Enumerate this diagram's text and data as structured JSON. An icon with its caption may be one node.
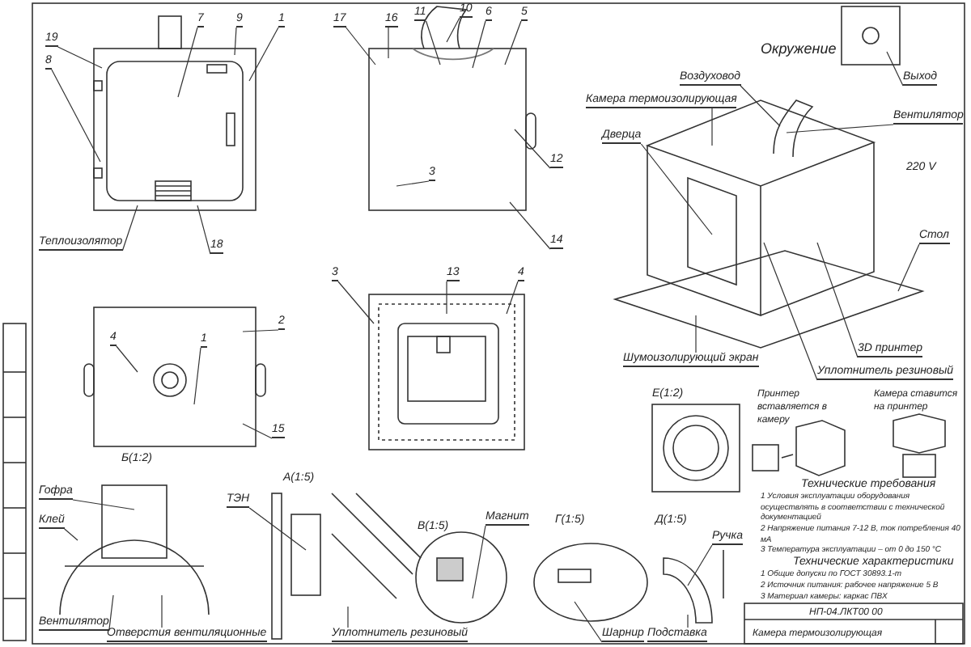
{
  "diagram": {
    "nodes": [
      {
        "text": [
          "19"
        ]
      },
      {
        "text": [
          "8"
        ]
      },
      {
        "text": [
          "7"
        ]
      },
      {
        "text": [
          "9"
        ]
      },
      {
        "text": [
          "1"
        ]
      },
      {
        "text": [
          "Теплоизолятор"
        ]
      },
      {
        "text": [
          "18"
        ]
      },
      {
        "text": [
          "17"
        ]
      },
      {
        "text": [
          "16"
        ]
      },
      {
        "text": [
          "11"
        ]
      },
      {
        "text": [
          "10"
        ]
      },
      {
        "text": [
          "6"
        ]
      },
      {
        "text": [
          "5"
        ]
      },
      {
        "text": [
          "3"
        ]
      },
      {
        "text": [
          "12"
        ]
      },
      {
        "text": [
          "14"
        ]
      },
      {
        "text": [
          "3"
        ]
      },
      {
        "text": [
          "13"
        ]
      },
      {
        "text": [
          "4"
        ]
      },
      {
        "text": [
          "2"
        ]
      },
      {
        "text": [
          "4"
        ]
      },
      {
        "text": [
          "1"
        ]
      },
      {
        "text": [
          "15"
        ]
      },
      {
        "text": [
          "Выход"
        ]
      },
      {
        "text": [
          "Воздуховод"
        ]
      },
      {
        "text": [
          "Камера термоизолирующая"
        ]
      },
      {
        "text": [
          "Дверца"
        ]
      },
      {
        "text": [
          "Вентилятор"
        ]
      },
      {
        "text": [
          "Стол"
        ]
      },
      {
        "text": [
          "Шумоизолирующий экран"
        ]
      },
      {
        "text": [
          "3D принтер"
        ]
      },
      {
        "text": [
          "Уплотнитель резиновый"
        ]
      },
      {
        "text": [
          "Гофра"
        ]
      },
      {
        "text": [
          "Клей"
        ]
      },
      {
        "text": [
          "Вентилятор"
        ]
      },
      {
        "text": [
          "Отверстия вентиляционные"
        ]
      },
      {
        "text": [
          "ТЭН"
        ]
      },
      {
        "text": [
          "Уплотнитель резиновый"
        ]
      },
      {
        "text": [
          "Магнит"
        ]
      },
      {
        "text": [
          "Шарнир"
        ]
      },
      {
        "text": [
          "Ручка"
        ]
      },
      {
        "text": [
          "Подставка"
        ]
      }
    ],
    "edges": [
      {
        "from": 0,
        "to": null,
        "arrow": "none"
      },
      {
        "from": 1,
        "to": null,
        "arrow": "none"
      },
      {
        "from": 2,
        "to": null,
        "arrow": "none"
      },
      {
        "from": 3,
        "to": null,
        "arrow": "none"
      },
      {
        "from": 4,
        "to": null,
        "arrow": "none"
      },
      {
        "from": 5,
        "to": null,
        "arrow": "none"
      },
      {
        "from": 6,
        "to": null,
        "arrow": "none"
      },
      {
        "from": 7,
        "to": null,
        "arrow": "none"
      },
      {
        "from": 8,
        "to": null,
        "arrow": "none"
      },
      {
        "from": 9,
        "to": null,
        "arrow": "none"
      },
      {
        "from": 10,
        "to": null,
        "arrow": "none"
      },
      {
        "from": 11,
        "to": null,
        "arrow": "none"
      },
      {
        "from": 12,
        "to": null,
        "arrow": "none"
      },
      {
        "from": 13,
        "to": null,
        "arrow": "none"
      },
      {
        "from": 14,
        "to": null,
        "arrow": "none"
      },
      {
        "from": 15,
        "to": null,
        "arrow": "none"
      },
      {
        "from": 16,
        "to": null,
        "arrow": "none"
      },
      {
        "from": 17,
        "to": null,
        "arrow": "none"
      },
      {
        "from": 18,
        "to": null,
        "arrow": "none"
      },
      {
        "from": 19,
        "to": null,
        "arrow": "none"
      },
      {
        "from": 20,
        "to": null,
        "arrow": "none"
      },
      {
        "from": 21,
        "to": null,
        "arrow": "none"
      },
      {
        "from": 22,
        "to": null,
        "arrow": "none"
      },
      {
        "from": 23,
        "to": null,
        "arrow": "none"
      },
      {
        "from": 24,
        "to": null,
        "arrow": "none"
      },
      {
        "from": 25,
        "to": null,
        "arrow": "none"
      },
      {
        "from": 26,
        "to": null,
        "arrow": "none"
      },
      {
        "from": 27,
        "to": null,
        "arrow": "none"
      },
      {
        "from": 28,
        "to": null,
        "arrow": "none"
      },
      {
        "from": 29,
        "to": null,
        "arrow": "none"
      },
      {
        "from": 30,
        "to": null,
        "arrow": "none"
      },
      {
        "from": 31,
        "to": null,
        "arrow": "none"
      },
      {
        "from": 32,
        "to": null,
        "arrow": "none"
      },
      {
        "from": 33,
        "to": null,
        "arrow": "none"
      },
      {
        "from": 34,
        "to": null,
        "arrow": "none"
      },
      {
        "from": 35,
        "to": null,
        "arrow": "none"
      },
      {
        "from": 36,
        "to": null,
        "arrow": "none"
      },
      {
        "from": 37,
        "to": null,
        "arrow": "none"
      },
      {
        "from": 38,
        "to": null,
        "arrow": "none"
      },
      {
        "from": 39,
        "to": null,
        "arrow": "none"
      },
      {
        "from": 40,
        "to": null,
        "arrow": "none"
      },
      {
        "from": 41,
        "to": null,
        "arrow": "none"
      }
    ],
    "labels": [
      "Окружение",
      "220 V",
      "Б(1:2)",
      "А(1:5)",
      "Е(1:2)",
      "В(1:5)",
      "Г(1:5)",
      "Д(1:5)",
      "Принтер вставляется в камеру",
      "Камера ставится на принтер",
      "Технические требования",
      "1 Условия эксплуатации оборудования осуществлять в соответствии с технической документацией",
      "2 Напряжение питания 7-12 В, ток потребления 40 мА",
      "3 Температура эксплуатации – от 0 до 150 °С",
      "Технические характеристики",
      "1 Общие допуски по ГОСТ 30893.1-m",
      "2 Источник питания: рабочее напряжение 5 В",
      "3 Материал камеры: каркас ПВХ",
      "НП-04.ЛКТ00 00",
      "Камера термоизолирующая"
    ]
  }
}
